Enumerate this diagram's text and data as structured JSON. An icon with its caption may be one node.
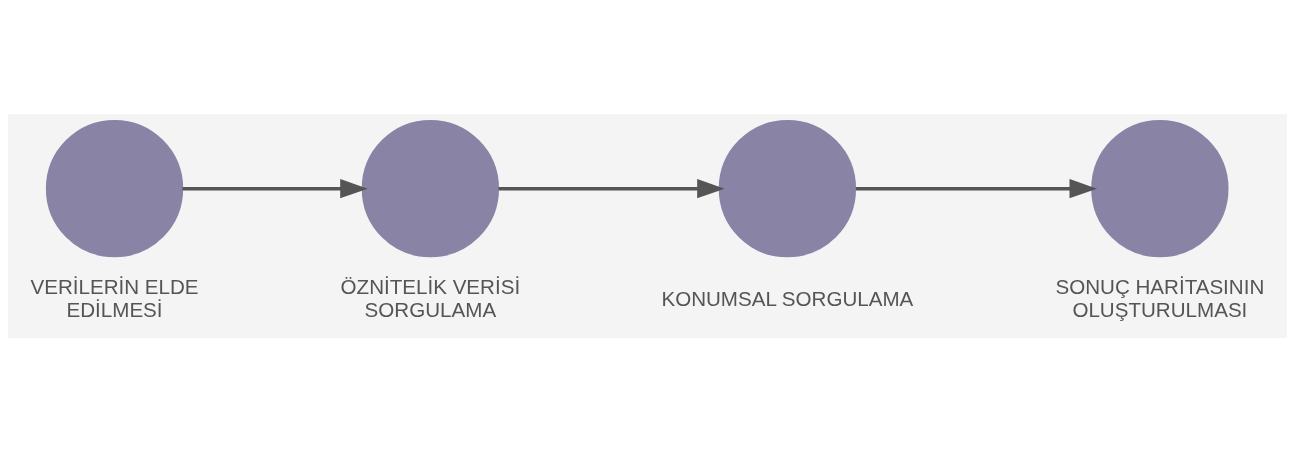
{
  "diagram": {
    "nodes": [
      {
        "text": [],
        "shape": "circle",
        "beside": [
          "VERİLERİN ELDE EDİLMESİ"
        ]
      },
      {
        "text": [],
        "shape": "circle",
        "beside": [
          "ÖZNİTELİK VERİSİ SORGULAMA"
        ]
      },
      {
        "text": [],
        "shape": "circle",
        "beside": [
          "KONUMSAL SORGULAMA"
        ]
      },
      {
        "text": [],
        "shape": "circle",
        "beside": [
          "SONUÇ HARİTASININ OLUŞTURULMASI"
        ]
      }
    ],
    "edges": [
      {
        "from": 0,
        "to": 1,
        "arrow": "to"
      },
      {
        "from": 1,
        "to": 2,
        "arrow": "to"
      },
      {
        "from": 2,
        "to": 3,
        "arrow": "to"
      }
    ]
  }
}
